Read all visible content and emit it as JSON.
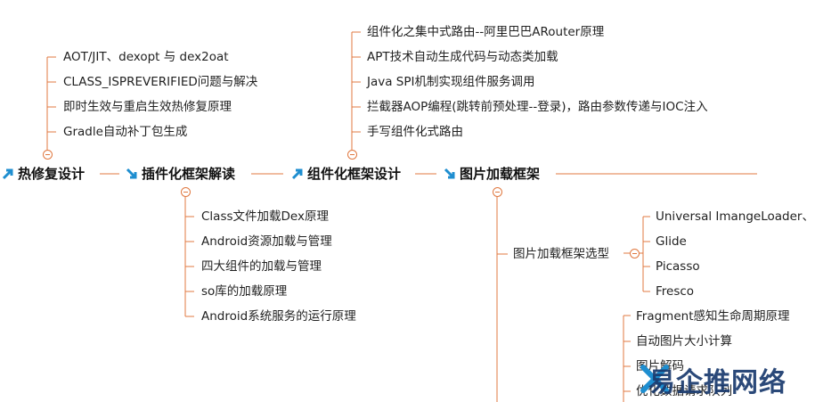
{
  "colors": {
    "line": "#e07840",
    "arrow": "#1e8ed0",
    "watermark": "#1a3a6e"
  },
  "main_nodes": [
    {
      "id": "hotfix",
      "label": "热修复设计"
    },
    {
      "id": "plugin",
      "label": "插件化框架解读"
    },
    {
      "id": "component",
      "label": "组件化框架设计"
    },
    {
      "id": "image",
      "label": "图片加载框架"
    }
  ],
  "hotfix_items": [
    "AOT/JIT、dexopt 与 dex2oat",
    "CLASS_ISPREVERIFIED问题与解决",
    "即时生效与重启生效热修复原理",
    "Gradle自动补丁包生成"
  ],
  "component_items": [
    "组件化之集中式路由--阿里巴巴ARouter原理",
    "APT技术自动生成代码与动态类加载",
    "Java SPI机制实现组件服务调用",
    "拦截器AOP编程(跳转前预处理--登录)，路由参数传递与IOC注入",
    "手写组件化式路由"
  ],
  "plugin_items": [
    "Class文件加载Dex原理",
    "Android资源加载与管理",
    "四大组件的加载与管理",
    "so库的加载原理",
    "Android系统服务的运行原理"
  ],
  "image_selection": {
    "label": "图片加载框架选型",
    "items": [
      "Universal ImangeLoader、",
      "Glide",
      "Picasso",
      "Fresco"
    ]
  },
  "image_items": [
    "Fragment感知生命周期原理",
    "自动图片大小计算",
    "图片解码",
    "优化数据请求队列"
  ],
  "watermark": {
    "text": "易企推网络"
  }
}
